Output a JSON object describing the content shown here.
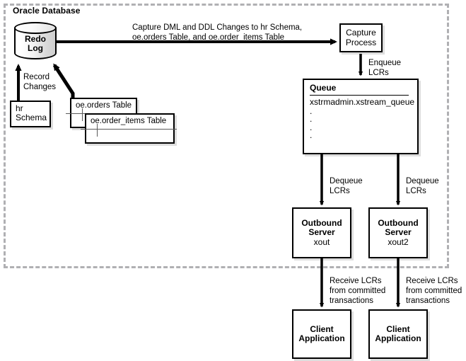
{
  "diagram": {
    "boundary_label": "Oracle Database",
    "source_store": {
      "name": "redo-log",
      "line1": "Redo",
      "line2": "Log"
    },
    "capture_label": "Capture DML and DDL Changes to hr Schema,\noe.orders Table, and oe.order_items Table",
    "record_changes_label": "Record\nChanges",
    "enqueue_label": "Enqueue\nLCRs",
    "sources": [
      {
        "name": "hr-schema",
        "label": "hr\nSchema",
        "type": "schema"
      },
      {
        "name": "oe-orders-table",
        "label": "oe.orders Table",
        "type": "table"
      },
      {
        "name": "oe-order-items-table",
        "label": "oe.order_items Table",
        "type": "table"
      }
    ],
    "capture_process": {
      "line1": "Capture",
      "line2": "Process"
    },
    "queue": {
      "title": "Queue",
      "entry": "xstrmadmin.xstream_queue",
      "continuation": [
        ".",
        ".",
        ".",
        "."
      ]
    },
    "dequeue_label": "Dequeue\nLCRs",
    "outbound_servers": [
      {
        "name": "outbound-server-xout",
        "line1": "Outbound",
        "line2": "Server",
        "instance": "xout"
      },
      {
        "name": "outbound-server-xout2",
        "line1": "Outbound",
        "line2": "Server",
        "instance": "xout2"
      }
    ],
    "receive_label": "Receive LCRs\nfrom committed\ntransactions",
    "clients": [
      {
        "name": "client-application-1",
        "line1": "Client",
        "line2": "Application"
      },
      {
        "name": "client-application-2",
        "line1": "Client",
        "line2": "Application"
      }
    ],
    "colors": {
      "stroke": "#000000",
      "boundary": "#b0b0b3",
      "shadow": "rgba(0,0,0,0.13)",
      "background": "#ffffff"
    }
  }
}
